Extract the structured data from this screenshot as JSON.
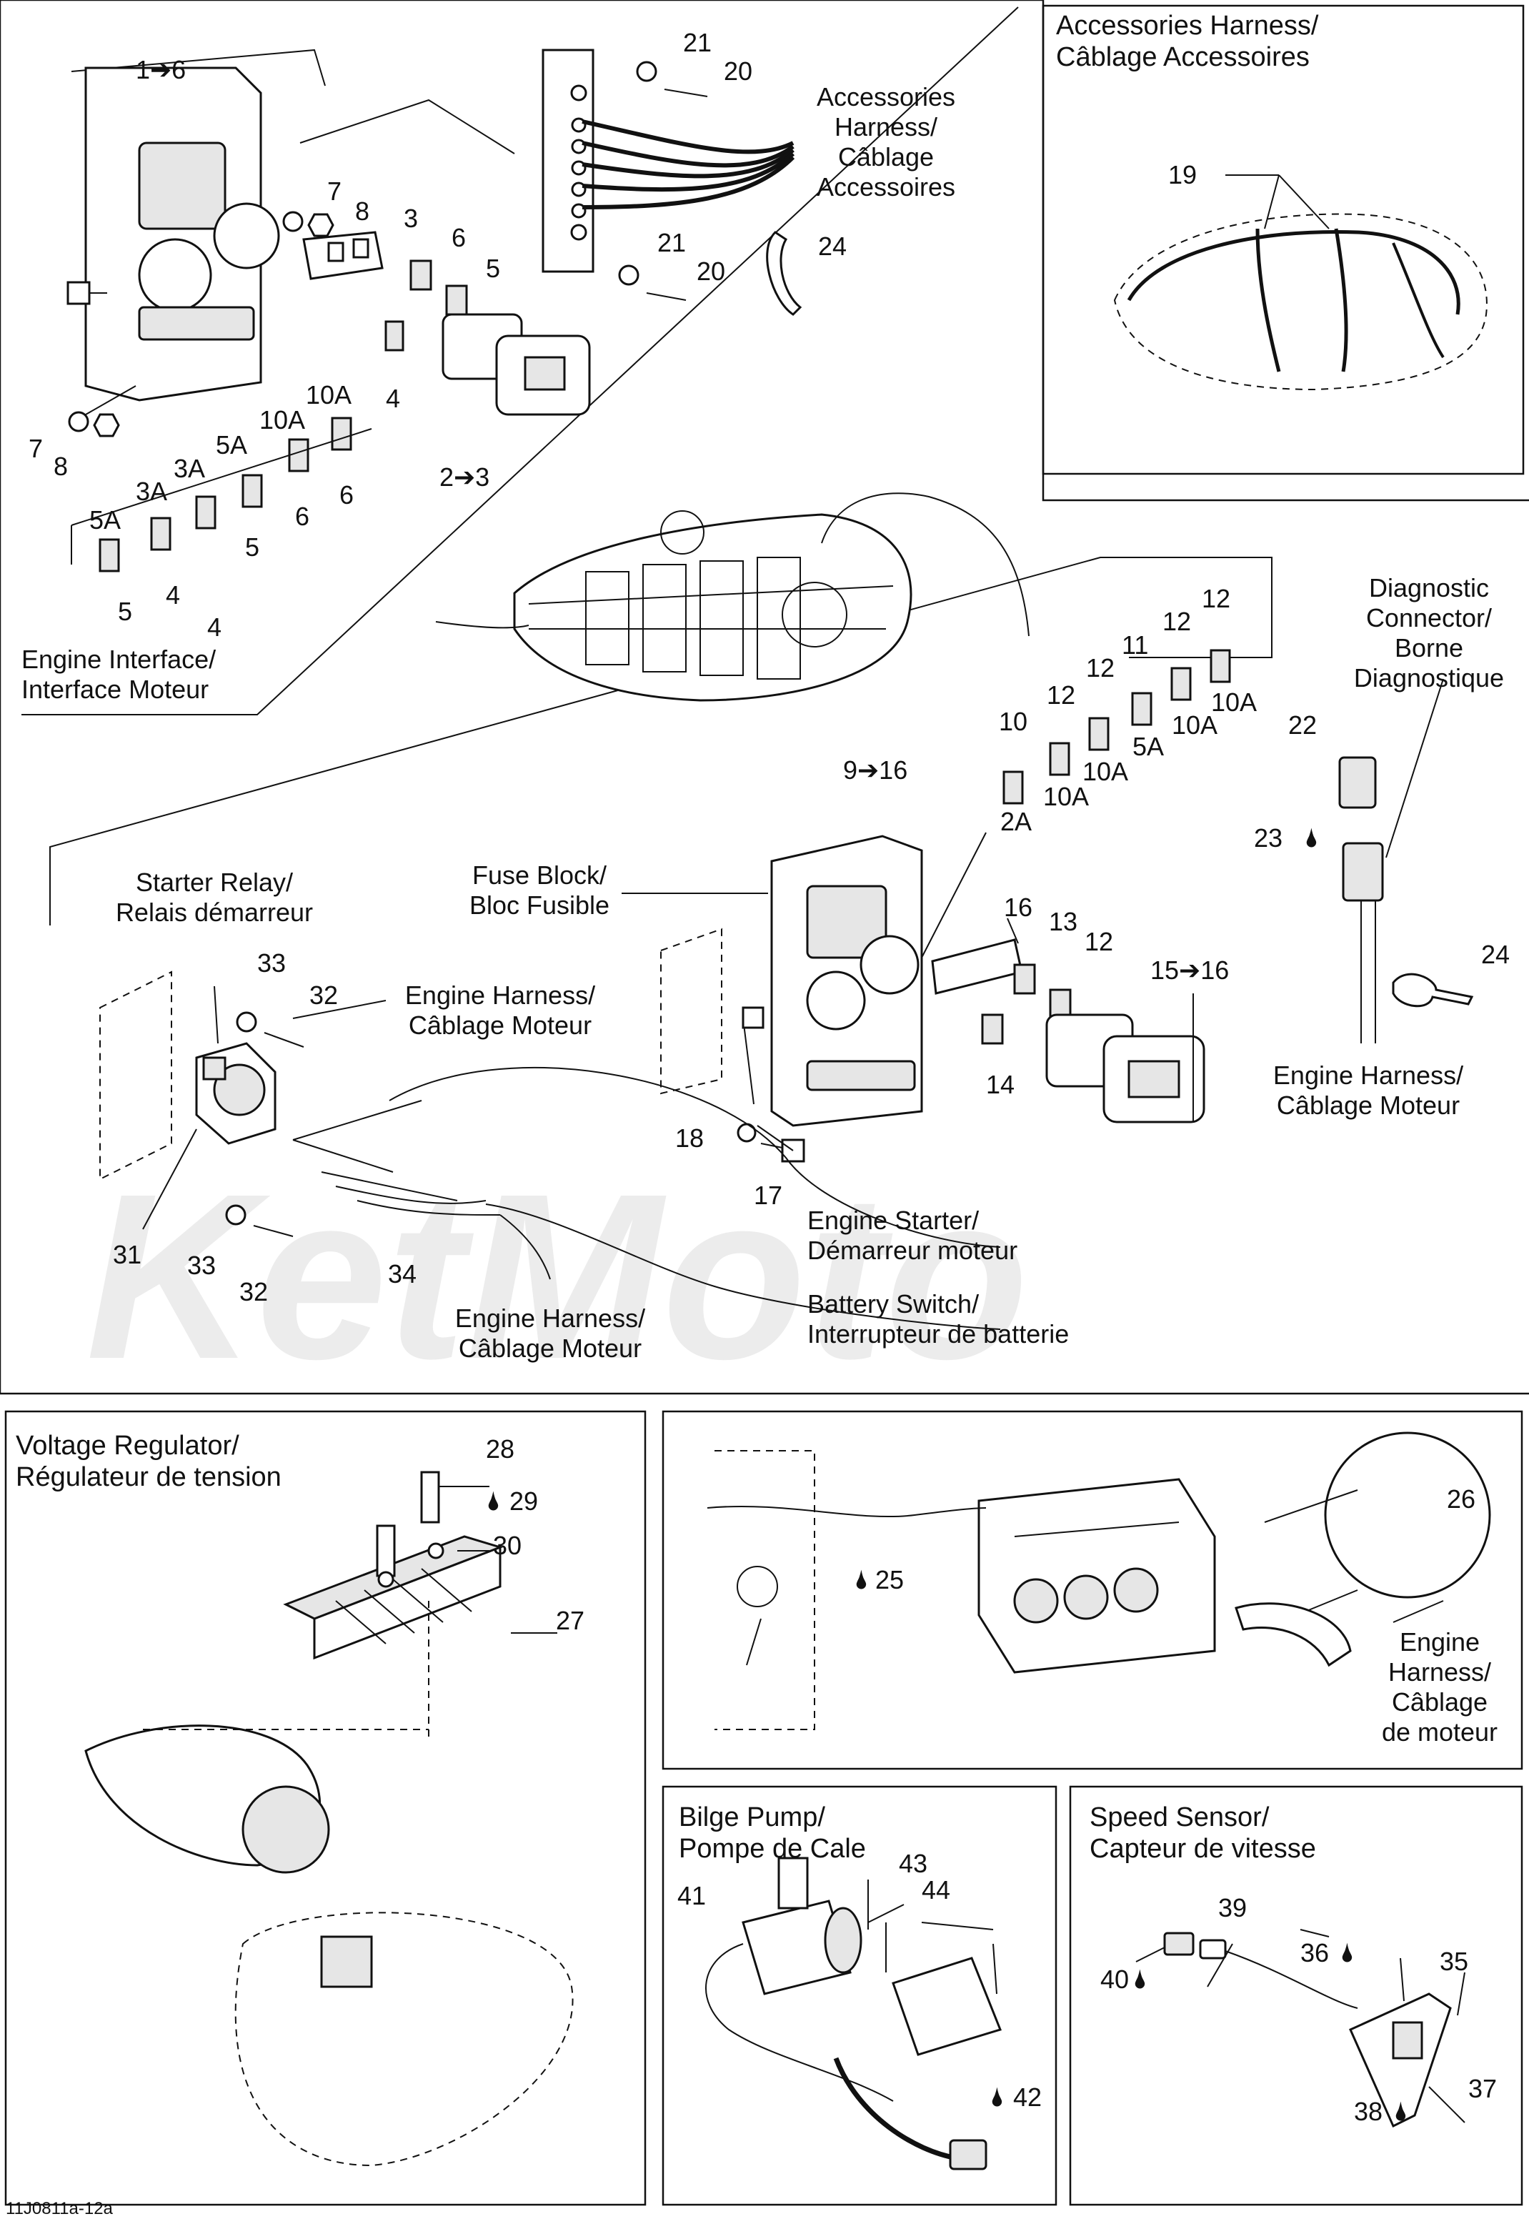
{
  "sections": {
    "accessories_box": {
      "title_line1": "Accessories Harness/",
      "title_line2": "Câblage Accessoires"
    },
    "voltage_regulator": {
      "title_line1": "Voltage Regulator/",
      "title_line2": "Régulateur de tension"
    },
    "bilge_pump": {
      "title_line1": "Bilge Pump/",
      "title_line2": "Pompe de Cale"
    },
    "speed_sensor": {
      "title_line1": "Speed Sensor/",
      "title_line2": "Capteur de vitesse"
    }
  },
  "callouts": {
    "accessories_harness": [
      "Accessories",
      "Harness/",
      "Câblage",
      "Accessoires"
    ],
    "engine_interface": [
      "Engine Interface/",
      "Interface Moteur"
    ],
    "diagnostic_connector": [
      "Diagnostic",
      "Connector/",
      "Borne",
      "Diagnostique"
    ],
    "starter_relay": [
      "Starter Relay/",
      "Relais démarreur"
    ],
    "fuse_block": [
      "Fuse Block/",
      "Bloc Fusible"
    ],
    "engine_harness_upper": [
      "Engine Harness/",
      "Câblage Moteur"
    ],
    "engine_harness_right": [
      "Engine Harness/",
      "Câblage Moteur"
    ],
    "engine_harness_lower": [
      "Engine Harness/",
      "Câblage Moteur"
    ],
    "engine_starter": [
      "Engine Starter/",
      "Démarreur moteur"
    ],
    "battery_switch": [
      "Battery Switch/",
      "Interrupteur de batterie"
    ],
    "engine_harness_box": [
      "Engine",
      "Harness/",
      "Câblage",
      "de moteur"
    ]
  },
  "part_numbers": {
    "p1_6": "1➔6",
    "p2_3": "2➔3",
    "p3": "3",
    "p4a": "4",
    "p4b": "4",
    "p4c": "4",
    "p5a": "5",
    "p5b": "5",
    "p5c": "5",
    "p6a": "6",
    "p6b": "6",
    "p6c": "6",
    "p7a": "7",
    "p7b": "7",
    "p8a": "8",
    "p8b": "8",
    "p9_16": "9➔16",
    "p10": "10",
    "p11": "11",
    "p12a": "12",
    "p12b": "12",
    "p12c": "12",
    "p12d": "12",
    "p12e": "12",
    "p13": "13",
    "p14": "14",
    "p15_16": "15➔16",
    "p16": "16",
    "p17": "17",
    "p18": "18",
    "p19": "19",
    "p20a": "20",
    "p20b": "20",
    "p21a": "21",
    "p21b": "21",
    "p22": "22",
    "p23": "23",
    "p24a": "24",
    "p24b": "24",
    "p25": "25",
    "p26": "26",
    "p27": "27",
    "p28": "28",
    "p29": "29",
    "p30": "30",
    "p31": "31",
    "p32a": "32",
    "p32b": "32",
    "p33a": "33",
    "p33b": "33",
    "p34": "34",
    "p35": "35",
    "p36": "36",
    "p37": "37",
    "p38": "38",
    "p39": "39",
    "p40": "40",
    "p41": "41",
    "p42": "42",
    "p43": "43",
    "p44": "44"
  },
  "fuse_ratings": {
    "upper": [
      "10A",
      "10A",
      "5A",
      "3A",
      "3A",
      "5A"
    ],
    "lower": [
      "2A",
      "10A",
      "10A",
      "5A",
      "10A",
      "10A"
    ]
  },
  "drop_symbol": "🌢",
  "footer_code": "11J0811a-12a",
  "watermark": "KetMoto"
}
